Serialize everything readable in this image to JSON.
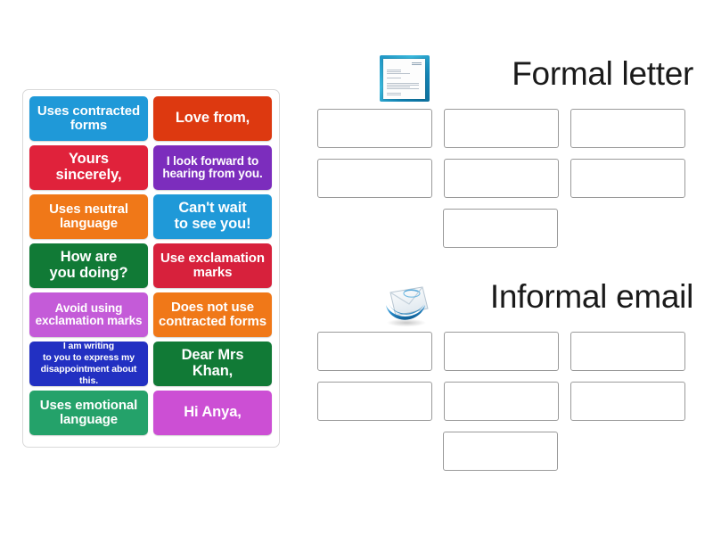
{
  "activity": {
    "type": "group-sort",
    "tile_panel_label": "draggable-tiles"
  },
  "tiles": [
    {
      "id": 1,
      "text": "Uses contracted forms",
      "color": "#1f99d8",
      "size": "fs-md",
      "lines": [
        "Uses contracted",
        "forms"
      ]
    },
    {
      "id": 2,
      "text": "Love from,",
      "color": "#dd3910",
      "size": "fs-lg",
      "lines": [
        "Love from,"
      ]
    },
    {
      "id": 3,
      "text": "Yours sincerely,",
      "color": "#e0223b",
      "size": "fs-lg",
      "lines": [
        "Yours",
        "sincerely,"
      ]
    },
    {
      "id": 4,
      "text": "I look forward to hearing from you.",
      "color": "#7c2dbd",
      "size": "fs-sm",
      "lines": [
        "I look forward to",
        "hearing from you."
      ]
    },
    {
      "id": 5,
      "text": "Uses neutral language",
      "color": "#f07818",
      "size": "fs-md",
      "lines": [
        "Uses neutral",
        "language"
      ]
    },
    {
      "id": 6,
      "text": "Can't wait to see you!",
      "color": "#1f99d8",
      "size": "fs-lg",
      "lines": [
        "Can't wait",
        "to see you!"
      ]
    },
    {
      "id": 7,
      "text": "How are you doing?",
      "color": "#117a36",
      "size": "fs-lg",
      "lines": [
        "How are",
        "you doing?"
      ]
    },
    {
      "id": 8,
      "text": "Use exclamation marks",
      "color": "#d7213c",
      "size": "fs-md",
      "lines": [
        "Use exclamation",
        "marks"
      ]
    },
    {
      "id": 9,
      "text": "Avoid using exclamation marks",
      "color": "#c45bd8",
      "size": "fs-sm",
      "lines": [
        "Avoid using",
        "exclamation marks"
      ]
    },
    {
      "id": 10,
      "text": "Does not use contracted forms",
      "color": "#f07818",
      "size": "fs-md",
      "lines": [
        "Does <b>not</b> use",
        "contracted forms"
      ],
      "html": true
    },
    {
      "id": 11,
      "text": "I am writing to you to express my disappointment about this.",
      "color": "#2230c2",
      "size": "fs-xs",
      "lines": [
        "I am writing",
        "to you to express my",
        "disappointment about this."
      ]
    },
    {
      "id": 12,
      "text": "Dear Mrs Khan,",
      "color": "#117a36",
      "size": "fs-lg",
      "lines": [
        "Dear Mrs",
        "Khan,"
      ]
    },
    {
      "id": 13,
      "text": "Uses emotional language",
      "color": "#24a26a",
      "size": "fs-md",
      "lines": [
        "Uses emotional",
        "language"
      ]
    },
    {
      "id": 14,
      "text": "Hi Anya,",
      "color": "#cc4fd4",
      "size": "fs-lg",
      "lines": [
        "Hi Anya,"
      ]
    }
  ],
  "groups": [
    {
      "id": "formal",
      "title": "Formal letter",
      "icon": "document-icon",
      "dropzone_count": 7,
      "dropzones": [
        "",
        "",
        "",
        "",
        "",
        "",
        ""
      ]
    },
    {
      "id": "informal",
      "title": "Informal email",
      "icon": "envelope-icon",
      "dropzone_count": 7,
      "dropzones": [
        "",
        "",
        "",
        "",
        "",
        "",
        ""
      ]
    }
  ],
  "colors": {
    "blue": "#1f99d8",
    "orange_red": "#dd3910",
    "red": "#e0223b",
    "purple": "#7c2dbd",
    "orange": "#f07818",
    "green": "#117a36",
    "crimson": "#d7213c",
    "orchid": "#c45bd8",
    "dark_blue": "#2230c2",
    "sea_green": "#24a26a",
    "magenta": "#cc4fd4",
    "panel_border": "#d9d9d9",
    "dropzone_border": "#9a9a9a",
    "title_text": "#1a1a1a",
    "background": "#ffffff"
  }
}
